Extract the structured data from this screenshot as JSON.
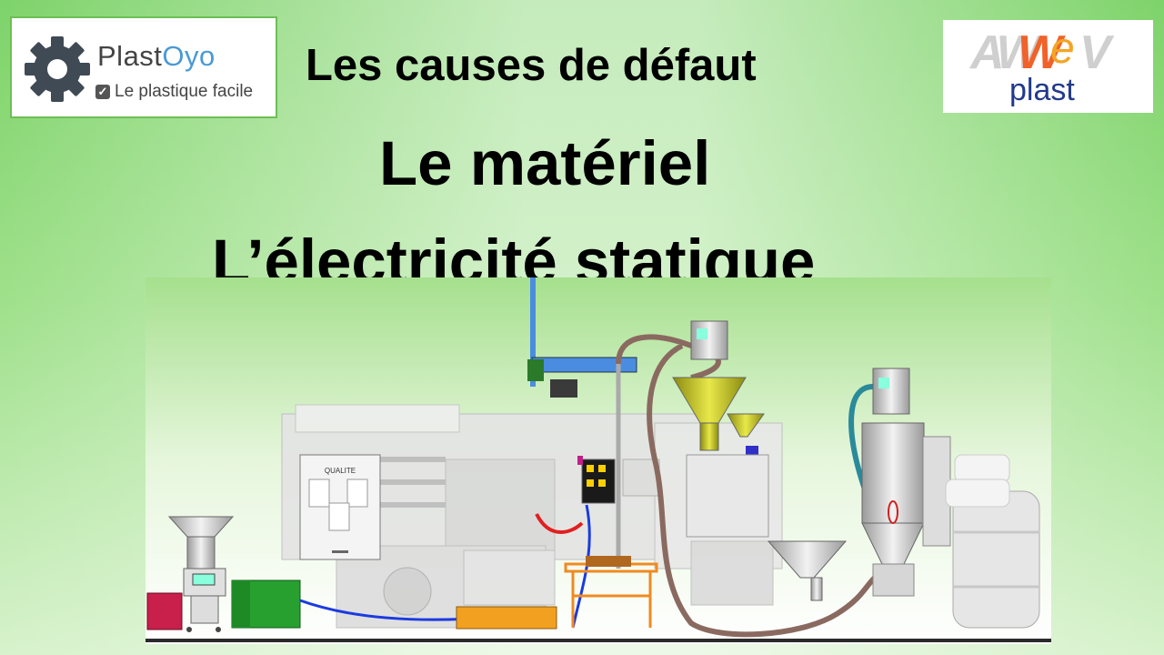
{
  "logo_left": {
    "brand_part1": "Plast",
    "brand_part2": "Oyo",
    "tagline": "Le plastique facile",
    "icon": "gear-icon",
    "check_icon": "check-icon"
  },
  "logo_right": {
    "logo_letters": [
      "AW",
      "W",
      "e",
      "V"
    ],
    "subtitle": "plast"
  },
  "titles": {
    "line1": "Les causes de défaut",
    "line2": "Le matériel",
    "line3": "L’électricité statique"
  },
  "illustration": {
    "cabinet_label": "QUALITE"
  },
  "colors": {
    "accent_green": "#6cbf55",
    "brand_blue": "#4a9ad4",
    "awev_orange": "#f0622a",
    "awev_blue": "#223a8c"
  }
}
